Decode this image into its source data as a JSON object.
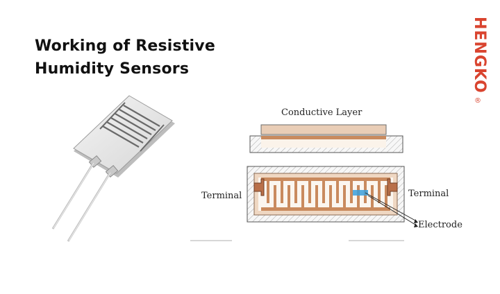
{
  "title": {
    "line1": "Working of Resistive",
    "line2": "Humidity Sensors"
  },
  "brand": {
    "logo_text": "HENGKO",
    "registered_mark": "®",
    "color": "#d9442f"
  },
  "diagram": {
    "conductive_layer_label": "Conductive Layer",
    "terminal_left_label": "Terminal",
    "terminal_right_label": "Terminal",
    "electrode_label": "Electrode",
    "electrode_color": "#c98a5e",
    "terminal_color": "#b9704a",
    "highlight_color": "#3a9fdc"
  },
  "icons": {
    "sensor_image": "resistive-humidity-sensor-photo",
    "logo": "hengko-logo"
  }
}
